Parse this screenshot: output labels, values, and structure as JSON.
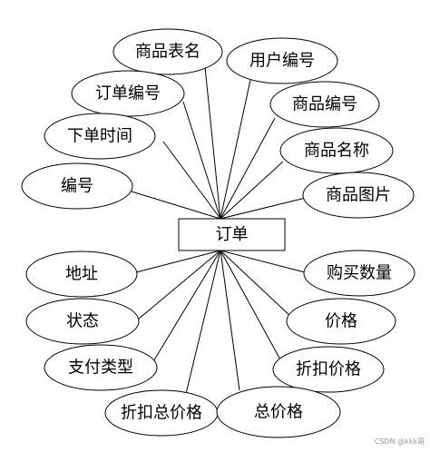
{
  "entity": {
    "label": "订单"
  },
  "attributes": [
    {
      "id": "product-table-name",
      "label": "商品表名"
    },
    {
      "id": "user-id",
      "label": "用户编号"
    },
    {
      "id": "order-id",
      "label": "订单编号"
    },
    {
      "id": "product-id",
      "label": "商品编号"
    },
    {
      "id": "order-time",
      "label": "下单时间"
    },
    {
      "id": "product-name",
      "label": "商品名称"
    },
    {
      "id": "id",
      "label": "编号"
    },
    {
      "id": "product-image",
      "label": "商品图片"
    },
    {
      "id": "address",
      "label": "地址"
    },
    {
      "id": "purchase-quantity",
      "label": "购买数量"
    },
    {
      "id": "status",
      "label": "状态"
    },
    {
      "id": "price",
      "label": "价格"
    },
    {
      "id": "payment-type",
      "label": "支付类型"
    },
    {
      "id": "discount-price",
      "label": "折扣价格"
    },
    {
      "id": "discount-total-price",
      "label": "折扣总价格"
    },
    {
      "id": "total-price",
      "label": "总价格"
    }
  ],
  "watermark": "CSDN @kkk哥"
}
